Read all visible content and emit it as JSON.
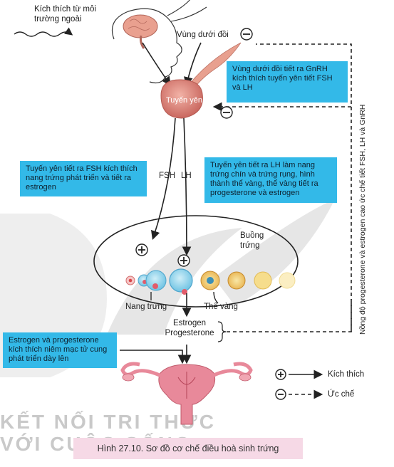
{
  "labels": {
    "external_stimulus": "Kích thích từ môi trường ngoài",
    "hypothalamus": "Vùng dưới đồi",
    "pituitary": "Tuyến yên",
    "fsh": "FSH",
    "lh": "LH",
    "ovary": "Buồng trứng",
    "follicle": "Nang trứng",
    "corpus_luteum": "Thể vàng",
    "hormones": "Estrogen Progesterone",
    "vertical_note": "Nồng độ progesterone và estrogen cao ức chế tiết FSH, LH và GnRH"
  },
  "callouts": {
    "hypothalamus_box": "Vùng dưới đồi tiết ra GnRH kích thích tuyến yên tiết FSH và LH",
    "fsh_box": "Tuyến yên tiết ra FSH kích thích nang trứng phát triển và tiết ra estrogen",
    "lh_box": "Tuyến yên tiết ra LH làm nang trứng chín và trứng rụng, hình thành thể vàng, thể vàng tiết ra progesterone và estrogen",
    "uterus_box": "Estrogen và progesterone kích thích niêm mạc tử cung phát triển dày lên"
  },
  "legend": {
    "stimulate": "Kích thích",
    "inhibit": "Ức chế",
    "plus_symbol": "+",
    "minus_symbol": "−"
  },
  "watermark": {
    "line1": "KẾT NỐI TRI THỨC",
    "line2": "VỚI CUỘC SỐNG"
  },
  "caption": "Hình 27.10. Sơ đồ cơ chế điều hoà sinh trứng",
  "colors": {
    "callout": "#33b9e8",
    "pituitary": "#d9837a",
    "uterus": "#e8899a",
    "caption_bg": "#f6d9e6"
  }
}
